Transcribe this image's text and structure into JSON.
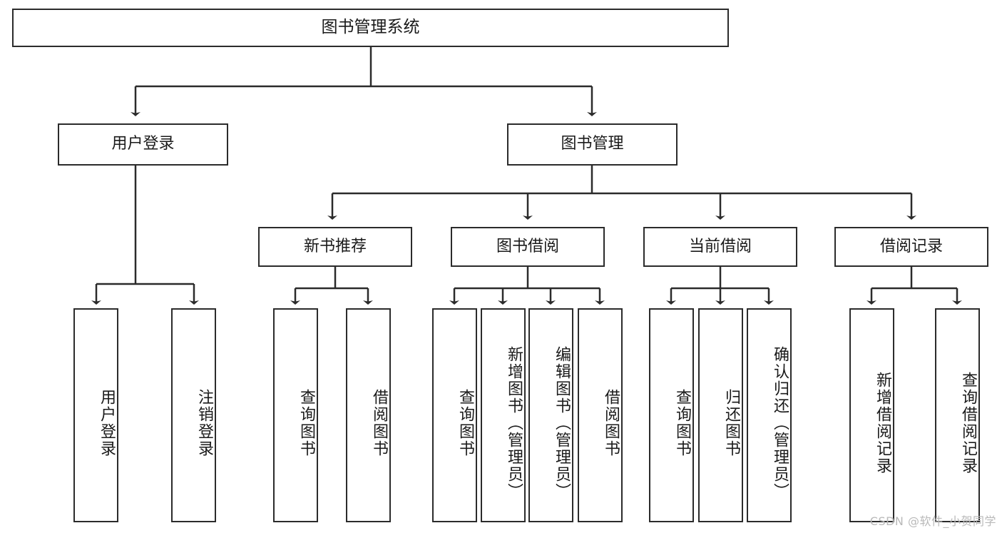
{
  "diagram": {
    "type": "hierarchy-tree",
    "title": "图书管理系统",
    "watermark": "CSDN @软件_小贺同学",
    "colors": {
      "box_border": "#2b2b2b",
      "box_fill": "#ffffff",
      "connector": "#2b2b2b",
      "text": "#1a1a1a",
      "watermark": "#b9b9b9"
    },
    "levels": 4,
    "root": {
      "label": "图书管理系统"
    },
    "level2": [
      {
        "label": "用户登录"
      },
      {
        "label": "图书管理"
      }
    ],
    "level3": [
      {
        "label": "新书推荐",
        "parent": "图书管理"
      },
      {
        "label": "图书借阅",
        "parent": "图书管理"
      },
      {
        "label": "当前借阅",
        "parent": "图书管理"
      },
      {
        "label": "借阅记录",
        "parent": "图书管理"
      }
    ],
    "leaves": [
      {
        "label": "用户登录",
        "parent": "用户登录"
      },
      {
        "label": "注销登录",
        "parent": "用户登录"
      },
      {
        "label": "查询图书",
        "parent": "新书推荐"
      },
      {
        "label": "借阅图书",
        "parent": "新书推荐"
      },
      {
        "label": "查询图书",
        "parent": "图书借阅"
      },
      {
        "label": "新增图书（管理员）",
        "parent": "图书借阅"
      },
      {
        "label": "编辑图书（管理员）",
        "parent": "图书借阅"
      },
      {
        "label": "借阅图书",
        "parent": "图书借阅"
      },
      {
        "label": "查询图书",
        "parent": "当前借阅"
      },
      {
        "label": "归还图书",
        "parent": "当前借阅"
      },
      {
        "label": "确认归还（管理员）",
        "parent": "当前借阅"
      },
      {
        "label": "新增借阅记录",
        "parent": "借阅记录"
      },
      {
        "label": "查询借阅记录",
        "parent": "借阅记录"
      }
    ]
  }
}
